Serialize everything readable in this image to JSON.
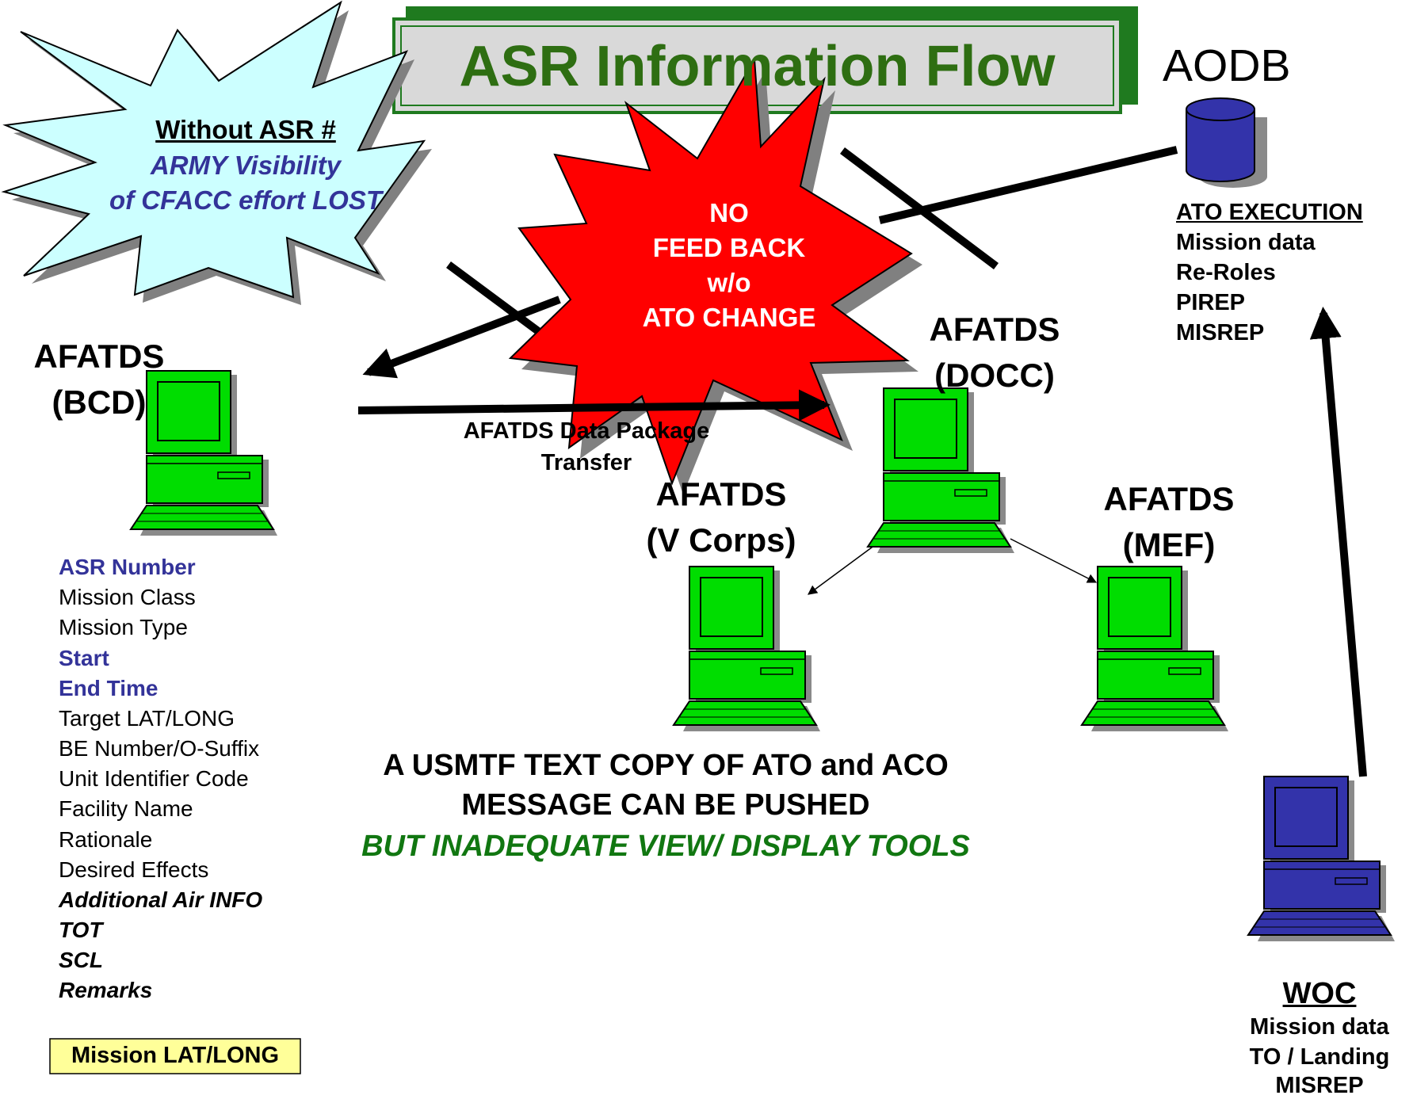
{
  "title": "ASR Information Flow",
  "starburst_left": {
    "heading": "Without ASR #",
    "line1": "ARMY Visibility",
    "line2": "of CFACC effort LOST"
  },
  "starburst_red": {
    "line1": "NO",
    "line2": "FEED BACK",
    "line3": "w/o",
    "line4": "ATO CHANGE"
  },
  "aodb": {
    "label": "AODB",
    "heading": "ATO EXECUTION",
    "items": [
      "Mission data",
      "Re-Roles",
      "PIREP",
      "MISREP"
    ]
  },
  "nodes": {
    "bcd": {
      "line1": "AFATDS",
      "line2": "(BCD)"
    },
    "docc": {
      "line1": "AFATDS",
      "line2": "(DOCC)"
    },
    "vcorps": {
      "line1": "AFATDS",
      "line2": "(V Corps)"
    },
    "mef": {
      "line1": "AFATDS",
      "line2": "(MEF)"
    }
  },
  "transfer": {
    "line1": "AFATDS Data Package",
    "line2": "Transfer"
  },
  "fields": [
    {
      "text": "ASR Number",
      "style": "blue"
    },
    {
      "text": "Mission Class",
      "style": "plain"
    },
    {
      "text": "Mission Type",
      "style": "plain"
    },
    {
      "text": "Start",
      "style": "blue"
    },
    {
      "text": "End Time",
      "style": "blue"
    },
    {
      "text": "Target LAT/LONG",
      "style": "plain"
    },
    {
      "text": "BE Number/O-Suffix",
      "style": "plain"
    },
    {
      "text": "Unit Identifier Code",
      "style": "plain"
    },
    {
      "text": "Facility Name",
      "style": "plain"
    },
    {
      "text": "Rationale",
      "style": "plain"
    },
    {
      "text": "Desired Effects",
      "style": "plain"
    },
    {
      "text": "Additional Air INFO",
      "style": "bolditalic"
    },
    {
      "text": "TOT",
      "style": "bolditalic"
    },
    {
      "text": "SCL",
      "style": "bolditalic"
    },
    {
      "text": "Remarks",
      "style": "bolditalic"
    }
  ],
  "mission_box": "Mission LAT/LONG",
  "usmtf": {
    "line1": "A USMTF TEXT COPY OF ATO and ACO",
    "line2": "MESSAGE CAN BE PUSHED",
    "line3": "BUT  INADEQUATE VIEW/ DISPLAY TOOLS"
  },
  "woc": {
    "heading": "WOC",
    "items": [
      "Mission data",
      "TO / Landing",
      "MISREP"
    ]
  },
  "colors": {
    "title_green": "#2e6e12",
    "title_frame": "#1f7a1f",
    "pc_green": "#00dd00",
    "pc_blue": "#3333aa",
    "burst_light": "#ccffff",
    "burst_red": "#ff0000",
    "field_blue": "#333399",
    "italic_green": "#117711",
    "mission_box": "#ffff99"
  }
}
